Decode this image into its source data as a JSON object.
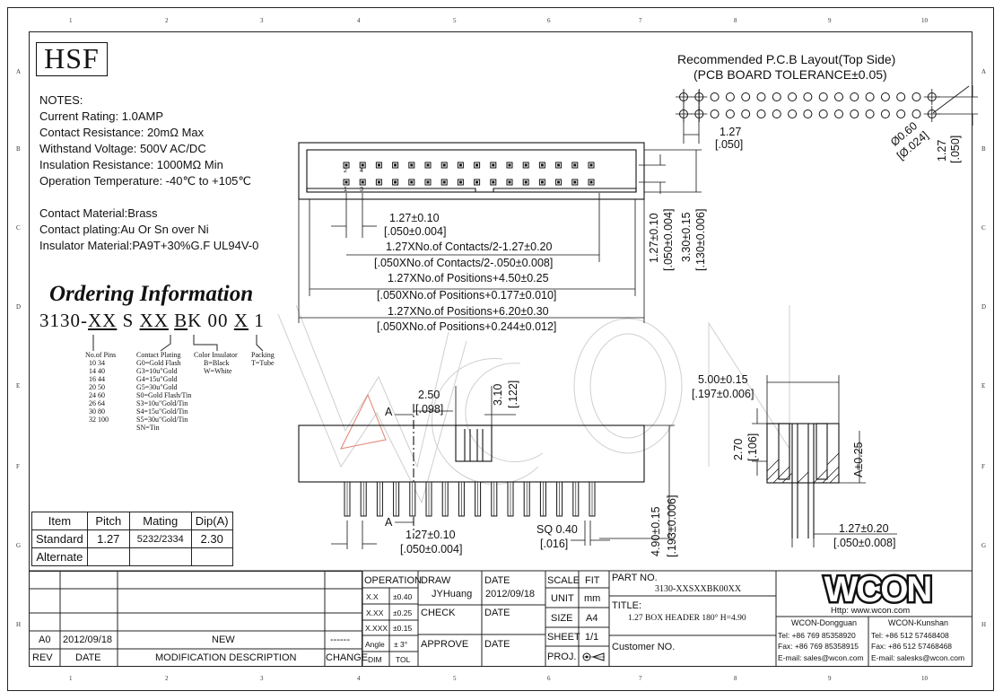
{
  "border": {
    "cols": [
      "1",
      "2",
      "3",
      "4",
      "5",
      "6",
      "7",
      "8",
      "9",
      "10"
    ],
    "rows": [
      "A",
      "B",
      "C",
      "D",
      "E",
      "F",
      "G",
      "H"
    ]
  },
  "hsf_mark": "HSF",
  "notes": {
    "heading": "NOTES:",
    "lines": [
      "Current Rating: 1.0AMP",
      "Contact Resistance: 20mΩ Max",
      "Withstand Voltage: 500V AC/DC",
      "Insulation Resistance: 1000MΩ Min",
      "Operation Temperature: -40℃ to +105℃"
    ]
  },
  "materials": [
    "Contact Material:Brass",
    "Contact plating:Au Or Sn over Ni",
    "Insulator Material:PA9T+30%G.F UL94V-0"
  ],
  "ordering": {
    "title": "Ordering Information",
    "p1": "3130-",
    "p2": "XX",
    "p3": " S ",
    "p4": "XX",
    "p5": " ",
    "p6": "B",
    "p7": "K 00 ",
    "p8": "X",
    "p9": " 1",
    "pins_title": "No.of Pins",
    "pins": [
      "10 34",
      "14 40",
      "16 44",
      "20 50",
      "24 60",
      "26 64",
      "30 80",
      "32 100"
    ],
    "plating_title": "Contact Plating",
    "plating": [
      "G0=Gold Flash",
      "G3=10u\"Gold",
      "G4=15u\"Gold",
      "G5=30u\"Gold",
      "S0=Gold Flash/Tin",
      "S3=10u\"Gold/Tin",
      "S4=15u\"Gold/Tin",
      "S5=30u\"Gold/Tin",
      "SN=Tin"
    ],
    "color_title": "Color Insulator",
    "colors": [
      "B=Black",
      "W=White"
    ],
    "packing_title": "Packing",
    "packing": [
      "T=Tube"
    ]
  },
  "item_table": {
    "header": [
      "Item",
      "Pitch",
      "Mating",
      "Dip(A)"
    ],
    "rows": [
      [
        "Standard",
        "1.27",
        "5232/2334",
        "2.30"
      ],
      [
        "Alternate",
        "",
        "",
        ""
      ]
    ]
  },
  "pcb_layout": {
    "title1": "Recommended P.C.B Layout(Top Side)",
    "title2": "(PCB BOARD TOLERANCE±0.05)",
    "pitch_mm": "1.27",
    "pitch_in": "[.050]",
    "hole_mm": "Ø0.60",
    "hole_in": "[Ø.024]",
    "row_mm": "1.27",
    "row_in": "[.050]"
  },
  "top_view": {
    "pin_labels": [
      "2",
      "4",
      "1",
      "3"
    ],
    "d1": "1.27±0.10",
    "d1i": "[.050±0.004]",
    "d2": "1.27XNo.of Contacts/2-1.27±0.20",
    "d2i": "[.050XNo.of Contacts/2-.050±0.008]",
    "d3": "1.27XNo.of Positions+4.50±0.25",
    "d3i": "[.050XNo.of Positions+0.177±0.010]",
    "d4": "1.27XNo.of Positions+6.20±0.30",
    "d4i": "[.050XNo.of Positions+0.244±0.012]",
    "v1": "1.27±0.10",
    "v1i": "[.050±0.004]",
    "v2": "3.30±0.15",
    "v2i": "[.130±0.006]"
  },
  "front_view": {
    "d250": "2.50",
    "d250i": "[.098]",
    "d310": "3.10",
    "d310i": "[.122]",
    "a_label": "A",
    "pitch": "1.27±0.10",
    "pitch_i": "[.050±0.004]",
    "sq": "SQ 0.40",
    "sq_i": "[.016]",
    "h": "4.90±0.15",
    "h_i": "[.193±0.006]"
  },
  "side_view": {
    "w": "5.00±0.15",
    "wi": "[.197±0.006]",
    "d270": "2.70",
    "d270i": "[.106]",
    "a": "A±0.25",
    "row": "1.27±0.20",
    "row_i": "[.050±0.008]"
  },
  "title_block": {
    "rev_label": "REV",
    "date_label": "DATE",
    "mod_label": "MODIFICATION DESCRIPTION",
    "change_label": "CHANGE",
    "rev_row": [
      "A0",
      "2012/09/18",
      "NEW",
      "------"
    ],
    "operation": "OPERATION",
    "tol_rows": [
      [
        "X.X",
        "±0.40"
      ],
      [
        "X.XX",
        "±0.25"
      ],
      [
        "X.XXX",
        "±0.15"
      ],
      [
        "Angle",
        "± 3°"
      ],
      [
        "DIM",
        "TOL"
      ]
    ],
    "draw": "DRAW",
    "drawer": "JYHuang",
    "check": "CHECK",
    "approve": "APPROVE",
    "date": "DATE",
    "date_val": "2012/09/18",
    "scale": "SCALE",
    "fit": "FIT",
    "unit": "UNIT",
    "unit_val": "mm",
    "size": "SIZE",
    "size_val": "A4",
    "sheet": "SHEET",
    "sheet_val": "1/1",
    "proj": "PROJ.",
    "part_no_label": "PART NO.",
    "part_no": "3130-XXSXXBK00XX",
    "title_label": "TITLE:",
    "title_val": "1.27 BOX HEADER 180° H=4.90",
    "customer": "Customer NO.",
    "brand": "WCON",
    "http": "Http: www.wcon.com",
    "dg_title": "WCON-Dongguan",
    "ks_title": "WCON-Kunshan",
    "dg_tel": "Tel: +86 769 85358920",
    "dg_fax": "Fax: +86 769 85358915",
    "dg_mail": "E-mail: sales@wcon.com",
    "ks_tel": "Tel: +86 512 57468408",
    "ks_fax": "Fax: +86 512 57468468",
    "ks_mail": "E-mail: salesks@wcon.com"
  }
}
